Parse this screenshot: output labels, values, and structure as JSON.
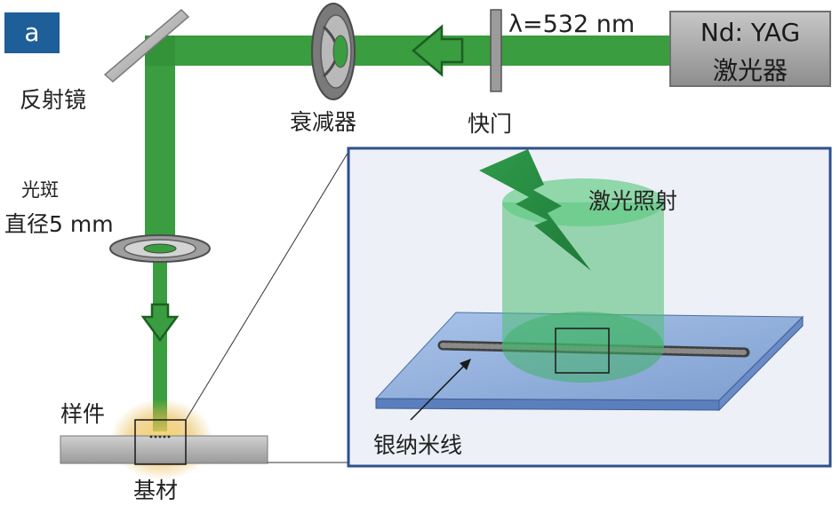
{
  "panel_letter": "a",
  "laser": {
    "line1": "Nd: YAG",
    "line2": "激光器"
  },
  "labels": {
    "wavelength": "λ=532 nm",
    "shutter": "快门",
    "attenuator": "衰减器",
    "mirror": "反射镜",
    "spot_line1": "光斑",
    "spot_line2": "直径5 mm",
    "sample": "样件",
    "substrate": "基材",
    "irradiation": "激光照射",
    "nanowire": "银纳米线"
  },
  "colors": {
    "beam": "#3a9d3f",
    "panel_border": "#2d4f8f",
    "panel_bg": "#edf0f7",
    "badge": "#1f5f99",
    "plate": "#93b4de",
    "cylinder": "#4fbd74"
  }
}
